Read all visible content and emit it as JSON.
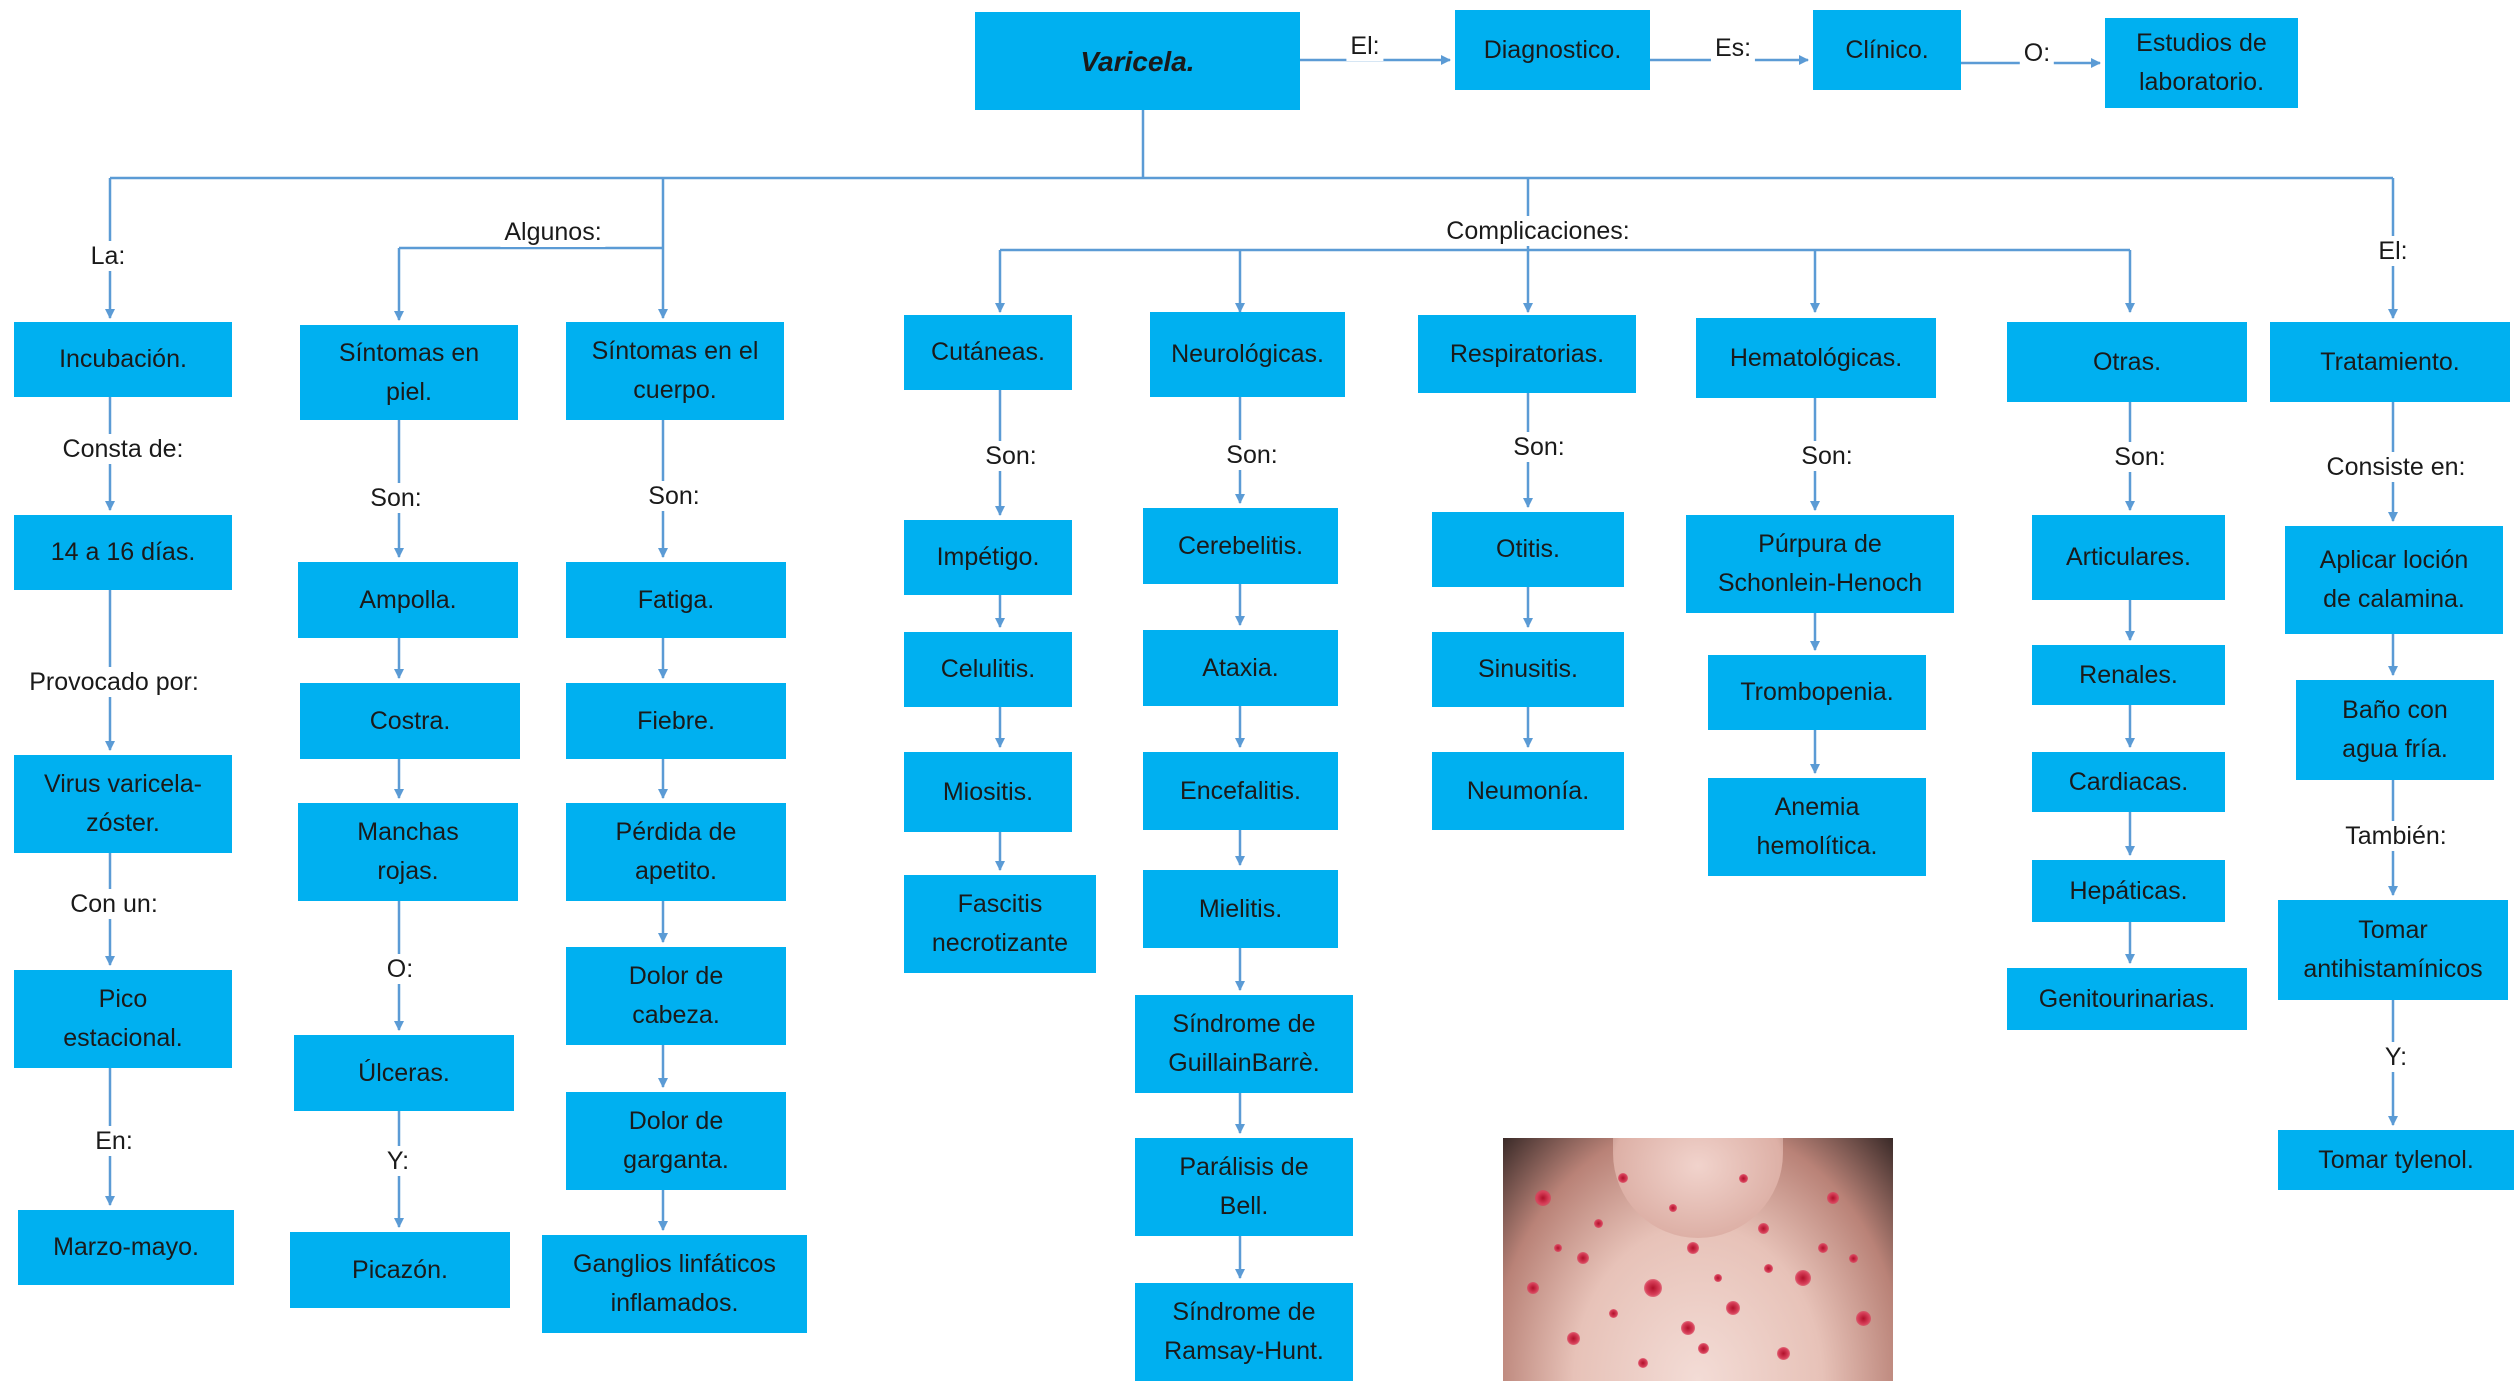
{
  "nodes": {
    "varicela": "Varicela.",
    "diagnostico": "Diagnostico.",
    "clinico": "Clínico.",
    "estudios": "Estudios de\nlaboratorio.",
    "incubacion": "Incubación.",
    "dias": "14 a 16 días.",
    "virus": "Virus varicela-\nzóster.",
    "pico": "Pico\nestacional.",
    "marzo": "Marzo-mayo.",
    "sint_piel": "Síntomas en\npiel.",
    "ampolla": "Ampolla.",
    "costra": "Costra.",
    "manchas": "Manchas\nrojas.",
    "ulceras": "Úlceras.",
    "picazon": "Picazón.",
    "sint_cuerpo": "Síntomas en el\ncuerpo.",
    "fatiga": "Fatiga.",
    "fiebre": "Fiebre.",
    "perdida": "Pérdida de\napetito.",
    "dolor_cabeza": "Dolor de\ncabeza.",
    "dolor_garganta": "Dolor de\ngarganta.",
    "ganglios": "Ganglios linfáticos\ninflamados.",
    "cutaneas": "Cutáneas.",
    "impetigo": "Impétigo.",
    "celulitis": "Celulitis.",
    "miositis": "Miositis.",
    "fascitis": "Fascitis\nnecrotizante",
    "neurologicas": "Neurológicas.",
    "cerebelitis": "Cerebelitis.",
    "ataxia": "Ataxia.",
    "encefalitis": "Encefalitis.",
    "mielitis": "Mielitis.",
    "guillain": "Síndrome de\nGuillainBarrè.",
    "bell": "Parálisis de\nBell.",
    "ramsay": "Síndrome de\nRamsay-Hunt.",
    "respiratorias": "Respiratorias.",
    "otitis": "Otitis.",
    "sinusitis": "Sinusitis.",
    "neumonia": "Neumonía.",
    "hematologicas": "Hematológicas.",
    "purpura": "Púrpura de\nSchonlein-Henoch",
    "trombopenia": "Trombopenia.",
    "anemia": "Anemia\nhemolítica.",
    "otras": "Otras.",
    "articulares": "Articulares.",
    "renales": "Renales.",
    "cardiacas": "Cardiacas.",
    "hepaticas": "Hepáticas.",
    "genitourinarias": "Genitourinarias.",
    "tratamiento": "Tratamiento.",
    "calamina": "Aplicar loción\nde calamina.",
    "bano": "Baño con\nagua fría.",
    "antihistaminicos": "Tomar\nantihistamínicos",
    "tylenol": "Tomar tylenol."
  },
  "labels": {
    "el_top": "El:",
    "es": "Es:",
    "o_top": "O:",
    "la": "La:",
    "algunos": "Algunos:",
    "complicaciones": "Complicaciones:",
    "el_right": "El:",
    "consta": "Consta de:",
    "provocado": "Provocado por:",
    "con_un": "Con un:",
    "en": "En:",
    "son_piel": "Son:",
    "o_piel": "O:",
    "y_piel": "Y:",
    "son_cuerpo": "Son:",
    "son_cut": "Son:",
    "son_neu": "Son:",
    "son_resp": "Son:",
    "son_hem": "Son:",
    "son_otras": "Son:",
    "consiste": "Consiste en:",
    "tambien": "También:",
    "y_trat": "Y:"
  },
  "colors": {
    "box": "#00b0f0",
    "line": "#5b9bd5",
    "text": "#1a1a1a"
  }
}
